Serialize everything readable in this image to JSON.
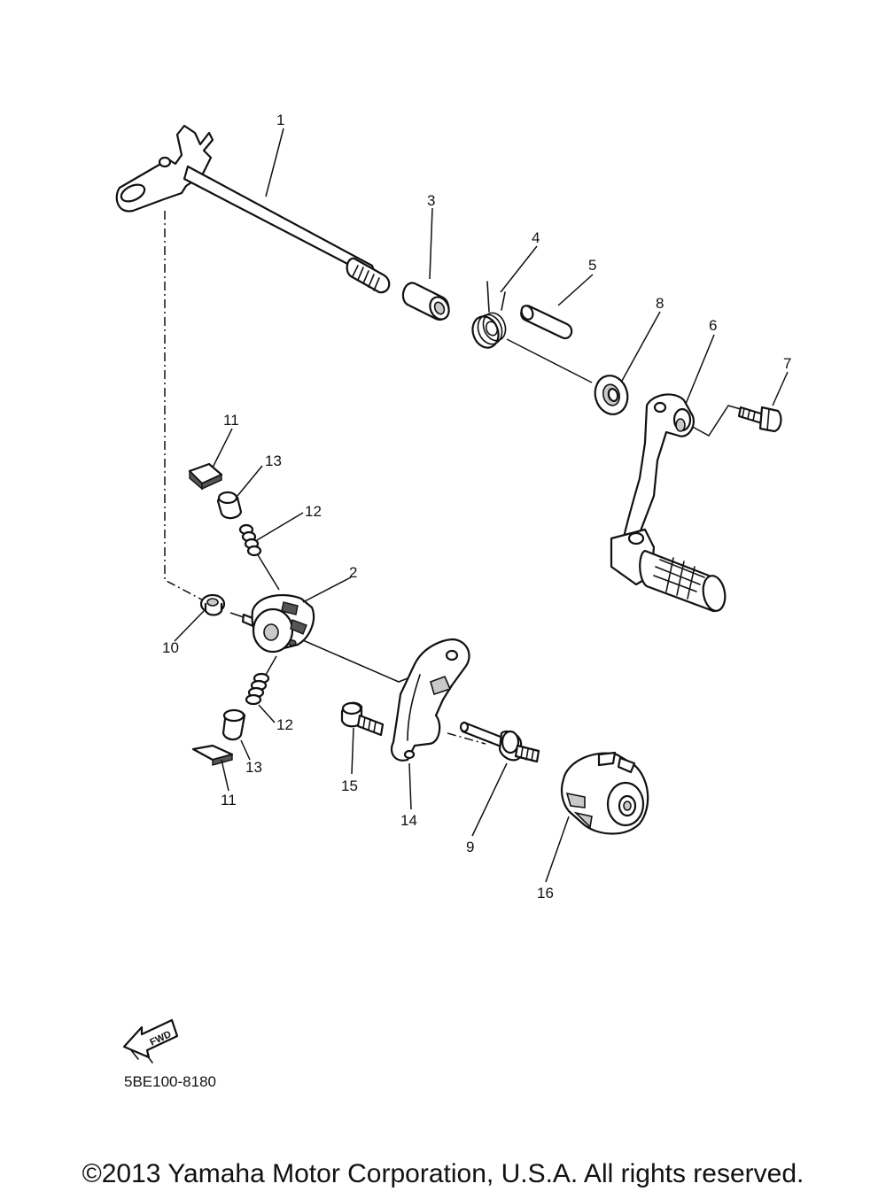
{
  "diagram": {
    "code": "5BE100-8180",
    "fwd_label": "FWD",
    "callouts": [
      "1",
      "2",
      "3",
      "4",
      "5",
      "6",
      "7",
      "8",
      "9",
      "10",
      "11",
      "11",
      "12",
      "12",
      "13",
      "13",
      "14",
      "15",
      "16"
    ]
  },
  "footer": {
    "copyright": "©2013 Yamaha Motor Corporation, U.S.A. All rights reserved."
  }
}
